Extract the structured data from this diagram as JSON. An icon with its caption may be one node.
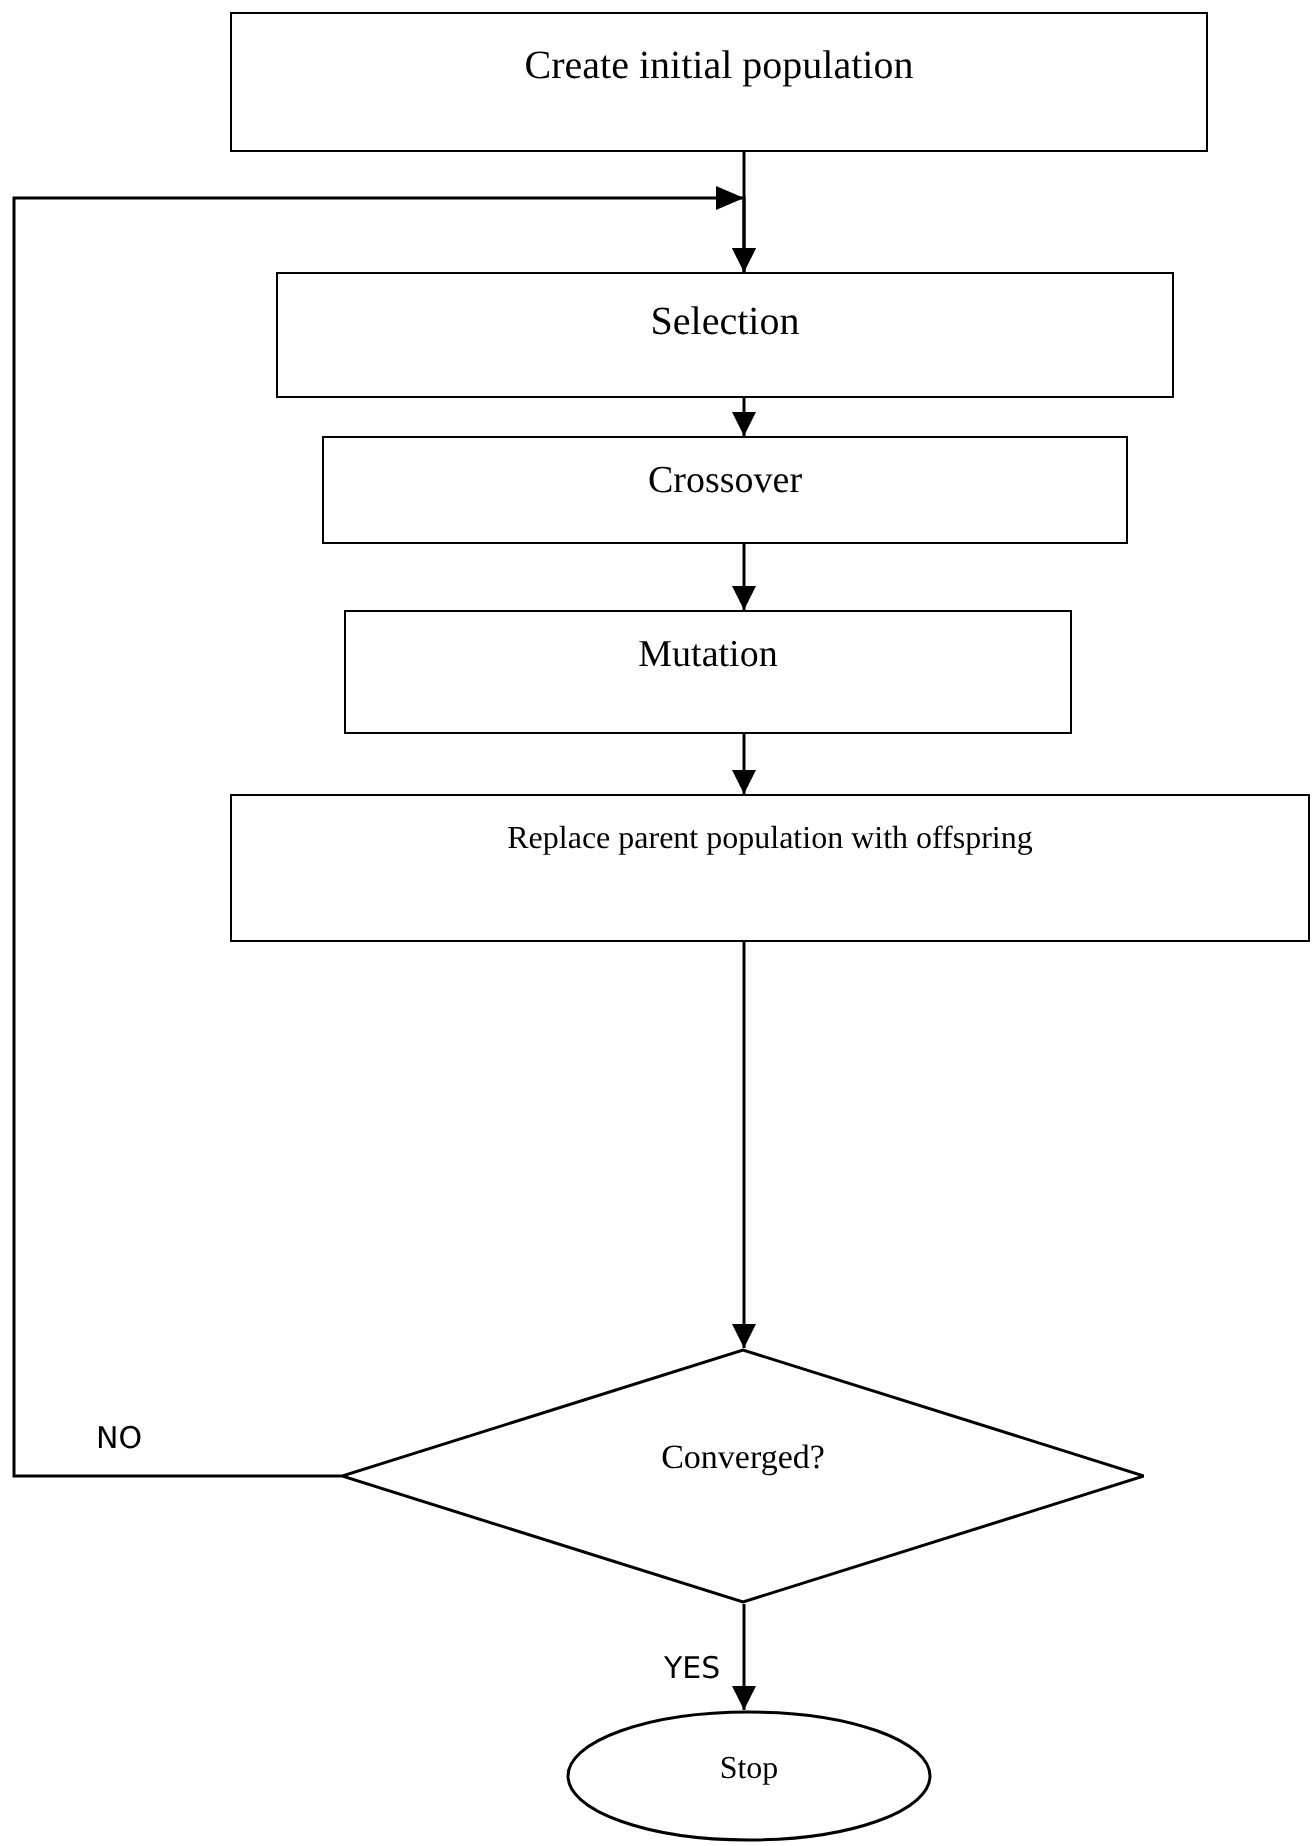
{
  "diagram": {
    "nodes": [
      {
        "text": [
          "Create initial population"
        ]
      },
      {
        "text": [
          "Selection"
        ]
      },
      {
        "text": [
          "Crossover"
        ]
      },
      {
        "text": [
          "Mutation"
        ]
      },
      {
        "text": [
          "Replace parent population with offspring"
        ]
      },
      {
        "text": [
          "Converged?"
        ]
      },
      {
        "text": [
          "Stop"
        ]
      }
    ],
    "edges": [
      {
        "from": 0,
        "to": 1,
        "arrow": "to"
      },
      {
        "from": 1,
        "to": 2,
        "arrow": "to"
      },
      {
        "from": 2,
        "to": 3,
        "arrow": "to"
      },
      {
        "from": 3,
        "to": 4,
        "arrow": "to"
      },
      {
        "from": 4,
        "to": 5,
        "arrow": "to"
      },
      {
        "from": 5,
        "to": 1,
        "label": "NO",
        "arrow": "to"
      },
      {
        "from": 5,
        "to": 6,
        "label": "YES",
        "arrow": "to"
      }
    ]
  }
}
